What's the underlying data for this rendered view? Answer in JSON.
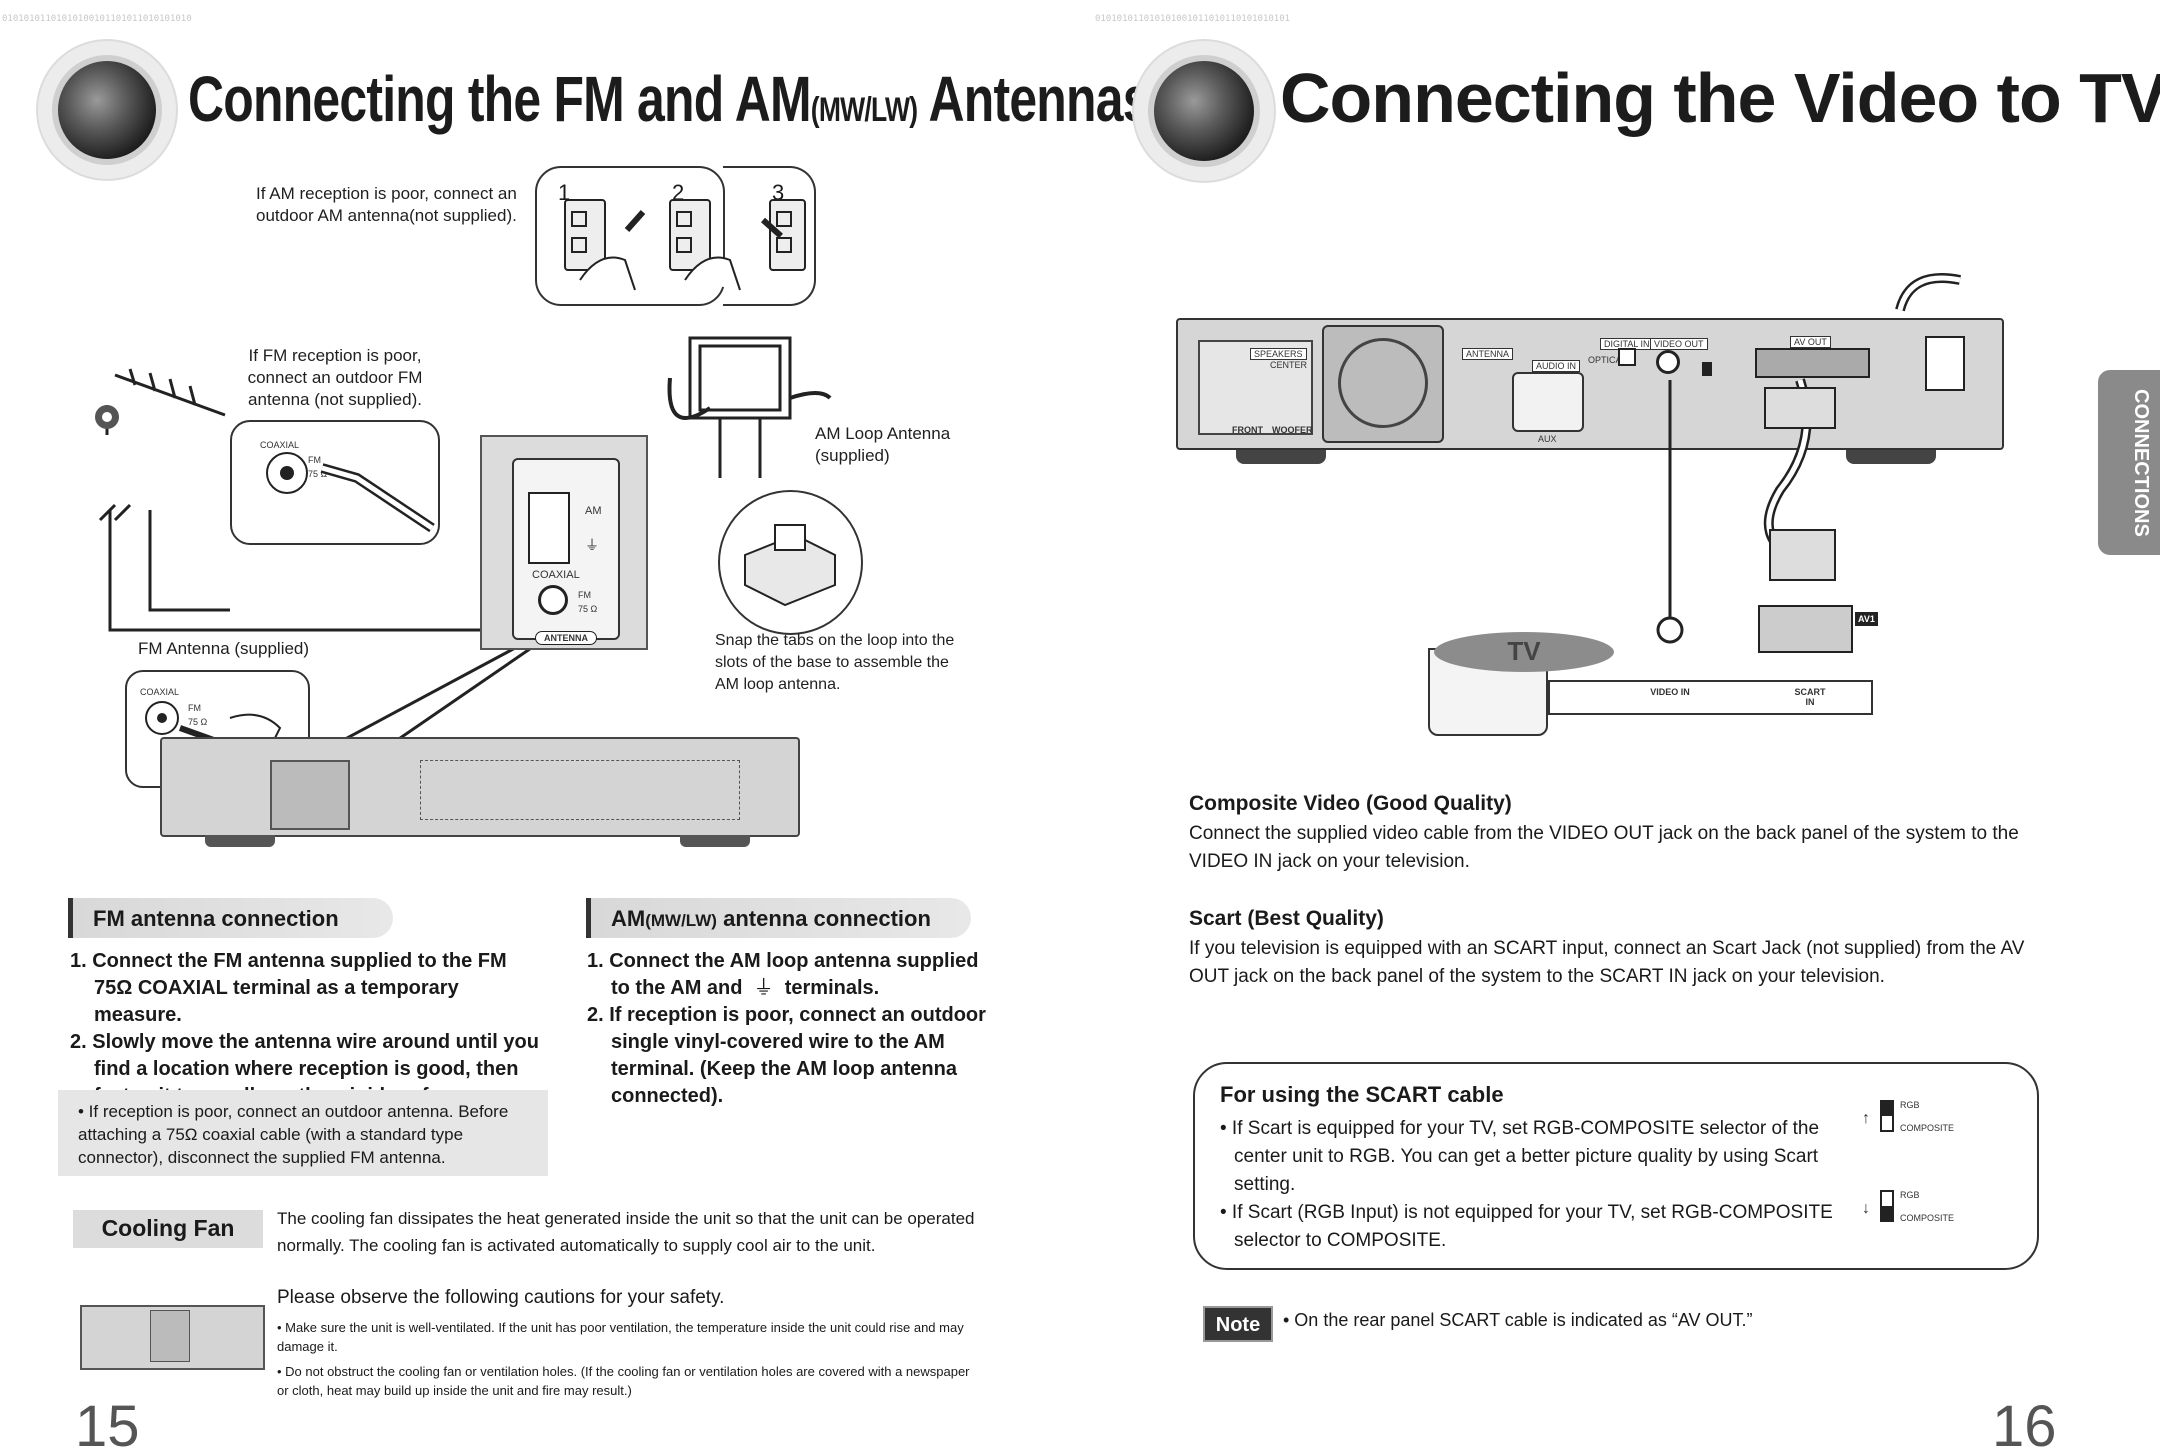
{
  "left_page": {
    "title_main": "Connecting the FM and AM",
    "title_paren": "(MW/LW)",
    "title_tail": " Antennas",
    "am_poor_note": "If AM reception is poor, connect an outdoor AM antenna(not supplied).",
    "step_numbers": [
      "1",
      "2",
      "3"
    ],
    "fm_poor_note": "If FM reception is poor, connect an outdoor FM antenna  (not supplied).",
    "am_loop_label": "AM Loop Antenna (supplied)",
    "fm_antenna_label": "FM Antenna (supplied)",
    "snap_note": "Snap the tabs on the loop into the slots of the base to assemble the AM loop antenna.",
    "diagram_labels": {
      "coaxial": "COAXIAL",
      "fm": "FM",
      "ohm75": "75 Ω",
      "am": "AM",
      "antenna": "ANTENNA"
    },
    "fm_section": {
      "header": "FM antenna connection",
      "steps": [
        "1. Connect the FM antenna supplied to the FM 75Ω COAXIAL terminal as a temporary measure.",
        "2. Slowly move the antenna wire around until you find a location where reception is good, then fasten it to a wall or other rigid surface."
      ],
      "note": "• If reception is poor, connect an outdoor antenna. Before attaching a 75Ω coaxial cable (with a standard type connector), disconnect the supplied FM antenna."
    },
    "am_section": {
      "header_main": "AM",
      "header_paren": "(MW/LW)",
      "header_tail": " antenna connection",
      "step1_a": "1. Connect the AM loop antenna supplied",
      "step1_b": "to the AM and",
      "step1_c": "terminals.",
      "step2": "2. If reception is poor, connect an outdoor single vinyl-covered wire to the AM terminal. (Keep the AM loop antenna connected)."
    },
    "cooling": {
      "label": "Cooling Fan",
      "text": "The cooling fan dissipates the heat generated inside the unit so that the unit can be operated normally. The cooling fan is activated automatically to supply cool air to the unit.",
      "caution_title": "Please observe the following cautions for your safety.",
      "cautions": [
        "• Make sure the unit is well-ventilated. If the unit has poor ventilation, the temperature inside the unit could rise and may damage it.",
        "• Do not obstruct the cooling fan or ventilation holes. (If the cooling fan or ventilation holes are covered with a newspaper or cloth, heat may build up inside the unit and fire may result.)"
      ]
    },
    "page_number": "15"
  },
  "right_page": {
    "title": "Connecting the Video to TV",
    "side_tab": "CONNECTIONS",
    "tv_label": "TV",
    "video_in": "VIDEO IN",
    "scart_in": "SCART IN",
    "composite": {
      "heading": "Composite Video (Good Quality)",
      "text": "Connect the supplied video cable from the VIDEO OUT jack on the back panel of the system to the VIDEO IN jack on your television."
    },
    "scart": {
      "heading": "Scart (Best Quality)",
      "text": "If you television is equipped with an SCART input, connect an Scart Jack (not supplied) from the AV OUT jack on the back panel of the system to the SCART IN jack on your television."
    },
    "scart_box": {
      "heading": "For using the SCART cable",
      "bullets": [
        "• If Scart is equipped for your TV, set RGB-COMPOSITE selector of the center unit to RGB. You can get a better picture quality by using Scart setting.",
        "• If Scart (RGB Input) is not equipped for your TV, set RGB-COMPOSITE selector to COMPOSITE."
      ],
      "rgb": "RGB",
      "composite": "COMPOSITE"
    },
    "note_label": "Note",
    "note_text": "• On the rear panel SCART cable is indicated as “AV OUT.”",
    "page_number": "16",
    "panel_labels": {
      "speakers": "SPEAKERS",
      "center": "CENTER",
      "antenna": "ANTENNA",
      "audio_in": "AUDIO IN",
      "digital_in": "DIGITAL IN",
      "optical": "OPTICAL",
      "video_out": "VIDEO OUT",
      "av_out": "AV OUT",
      "front": "FRONT",
      "woofer": "WOOFER",
      "aux": "AUX",
      "av1": "AV1"
    }
  },
  "colors": {
    "gray_bar": "#dcdcdc",
    "note_gray": "#e6e6e6",
    "tab_gray": "#8a8a8a",
    "tv_oval": "#8c8c8c",
    "note_label_bg": "#333333"
  }
}
